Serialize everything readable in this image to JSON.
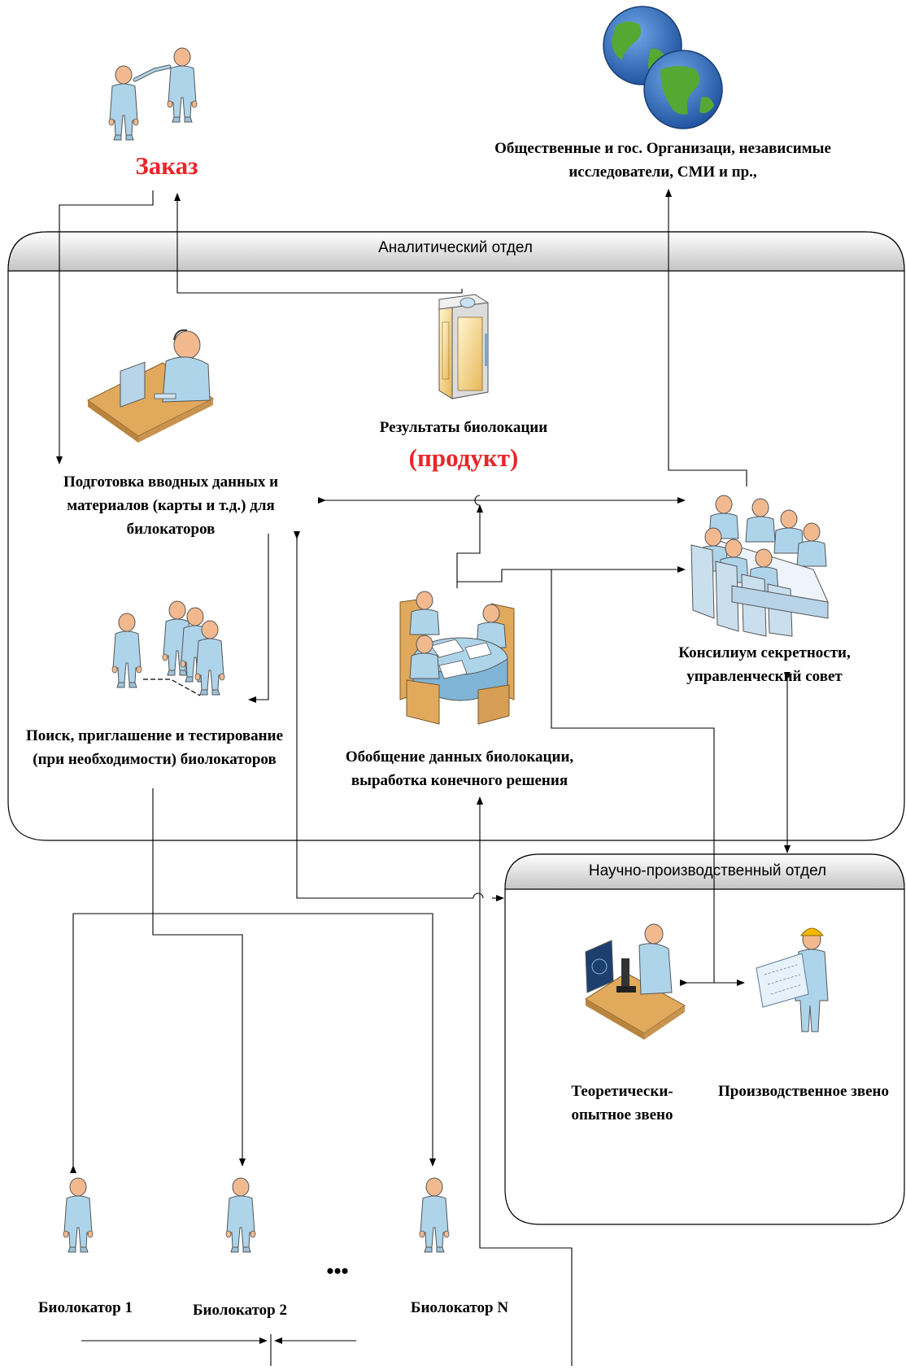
{
  "top": {
    "order_label": "Заказ",
    "organizations_label": "Общественные и гос. Организаци, независимые исследователи, СМИ и пр.,"
  },
  "analytic_department": {
    "title": "Аналитический отдел",
    "input_prep_label": "Подготовка вводных данных и материалов (карты и т.д.) для билокаторов",
    "results_label": "Результаты биолокации",
    "product_label": "(продукт)",
    "council_label": "Консилиум секретности, управленческий совет",
    "search_label": "Поиск, приглашение и тестирование (при необходимости) биолокаторов",
    "summary_label": "Обобщение данных биолокации, выработка конечного решения"
  },
  "research_department": {
    "title": "Научно-производственный отдел",
    "theory_label": "Теоретически-опытное звено",
    "production_label": "Производственное звено"
  },
  "biolocators": {
    "items": [
      "Биолокатор 1",
      "Биолокатор 2",
      "Биолокатор N"
    ],
    "ellipsis": "•••"
  },
  "colors": {
    "person_body": "#aed4ea",
    "person_head": "#f2b98f",
    "order_red": "#e8262a",
    "panel_header_top": "#ffffff",
    "panel_header_bottom": "#c9c9c9",
    "desk": "#e0a95c",
    "globe_ocean": "#2a6ac2",
    "globe_land": "#55a832"
  }
}
